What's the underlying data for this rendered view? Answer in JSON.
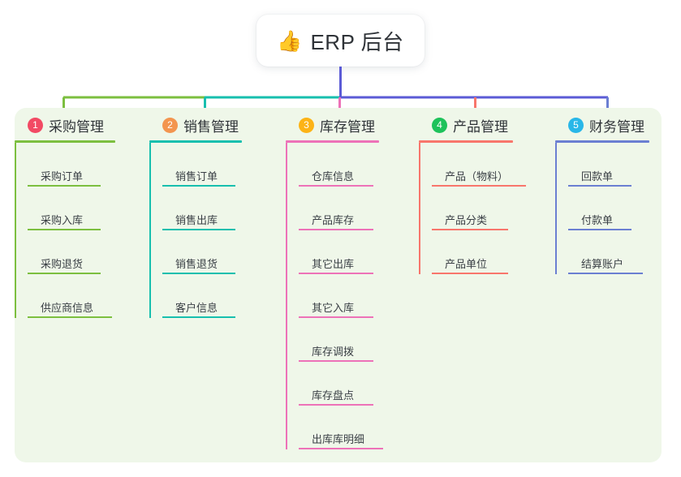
{
  "title": {
    "emoji": "👍",
    "emoji_name": "thumbs-up-icon",
    "text": "ERP 后台"
  },
  "colors": {
    "panel_background": "#eff7e9",
    "card_background": "#ffffff",
    "title_text": "#2f3338",
    "bus_left": "#7cbf3f",
    "bus_mid": "#17bfae",
    "bus_right": "#5b5bd6"
  },
  "columns": [
    {
      "index": "1",
      "label": "采购管理",
      "badge_color": "#f24a64",
      "line_color": "#7cbf3f",
      "rule_width": 124,
      "items": [
        {
          "label": "采购订单",
          "rule_width": 90
        },
        {
          "label": "采购入库",
          "rule_width": 90
        },
        {
          "label": "采购退货",
          "rule_width": 90
        },
        {
          "label": "供应商信息",
          "rule_width": 104
        }
      ]
    },
    {
      "index": "2",
      "label": "销售管理",
      "badge_color": "#f3954f",
      "line_color": "#17bfae",
      "rule_width": 114,
      "items": [
        {
          "label": "销售订单",
          "rule_width": 90
        },
        {
          "label": "销售出库",
          "rule_width": 90
        },
        {
          "label": "销售退货",
          "rule_width": 90
        },
        {
          "label": "客户信息",
          "rule_width": 90
        }
      ]
    },
    {
      "index": "3",
      "label": "库存管理",
      "badge_color": "#fcb316",
      "line_color": "#ed72b8",
      "rule_width": 115,
      "items": [
        {
          "label": "仓库信息",
          "rule_width": 92
        },
        {
          "label": "产品库存",
          "rule_width": 92
        },
        {
          "label": "其它出库",
          "rule_width": 92
        },
        {
          "label": "其它入库",
          "rule_width": 92
        },
        {
          "label": "库存调拨",
          "rule_width": 92
        },
        {
          "label": "库存盘点",
          "rule_width": 92
        },
        {
          "label": "出库库明细",
          "rule_width": 104
        }
      ]
    },
    {
      "index": "4",
      "label": "产品管理",
      "badge_color": "#1ec25b",
      "line_color": "#f8766c",
      "rule_width": 116,
      "items": [
        {
          "label": "产品（物料）",
          "rule_width": 116
        },
        {
          "label": "产品分类",
          "rule_width": 94
        },
        {
          "label": "产品单位",
          "rule_width": 94
        }
      ]
    },
    {
      "index": "5",
      "label": "财务管理",
      "badge_color": "#29b7e8",
      "line_color": "#6b7fd2",
      "rule_width": 116,
      "items": [
        {
          "label": "回款单",
          "rule_width": 78
        },
        {
          "label": "付款单",
          "rule_width": 78
        },
        {
          "label": "结算账户",
          "rule_width": 92
        }
      ]
    }
  ]
}
